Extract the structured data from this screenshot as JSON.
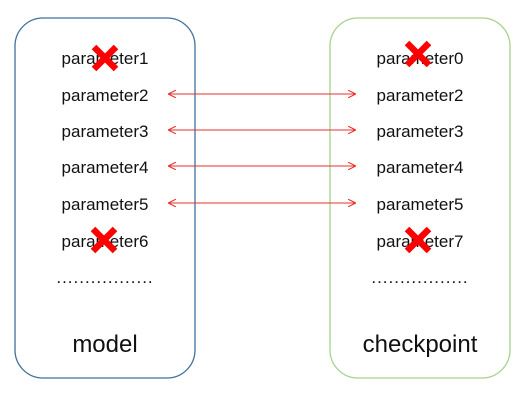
{
  "model": {
    "label": "model",
    "params": [
      "parameter1",
      "parameter2",
      "parameter3",
      "parameter4",
      "parameter5",
      "parameter6"
    ],
    "crossed": [
      true,
      false,
      false,
      false,
      false,
      true
    ],
    "ellipsis": "................."
  },
  "checkpoint": {
    "label": "checkpoint",
    "params": [
      "parameter0",
      "parameter2",
      "parameter3",
      "parameter4",
      "parameter5",
      "parameter7"
    ],
    "crossed": [
      true,
      false,
      false,
      false,
      false,
      true
    ],
    "ellipsis": "................."
  },
  "links": [
    [
      1,
      1
    ],
    [
      2,
      2
    ],
    [
      3,
      3
    ],
    [
      4,
      4
    ]
  ],
  "colors": {
    "model_border": "#41719c",
    "checkpoint_border": "#a9d18e",
    "arrow": "#e8312f",
    "cross": "#ff0000"
  }
}
